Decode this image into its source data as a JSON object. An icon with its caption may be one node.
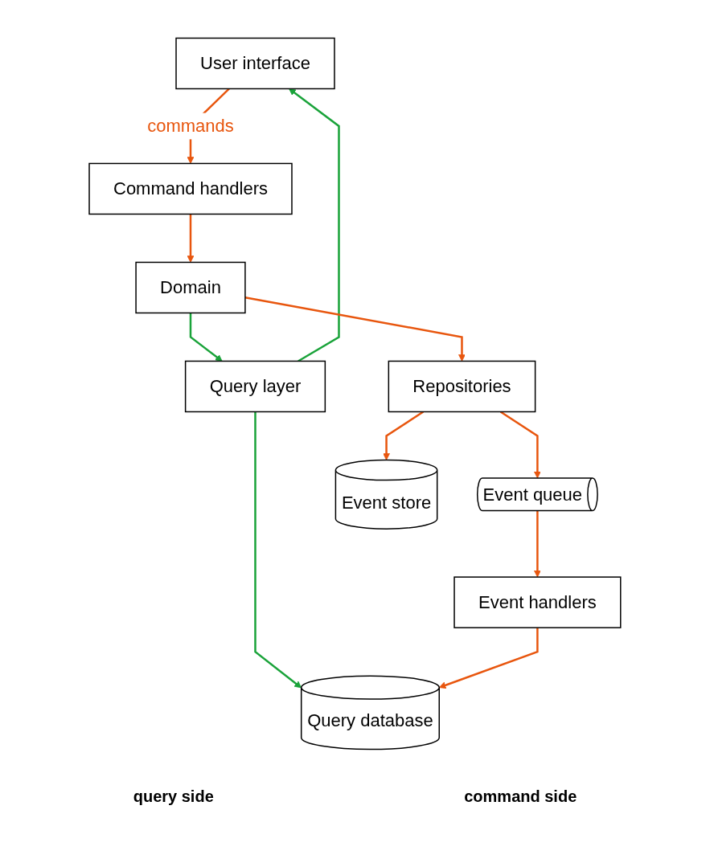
{
  "diagram": {
    "nodes": [
      {
        "text": [
          "User interface"
        ]
      },
      {
        "text": [
          "Query layer"
        ]
      },
      {
        "text": [
          "Command handlers"
        ]
      },
      {
        "text": [
          "Query database"
        ]
      },
      {
        "text": [
          "Domain"
        ]
      },
      {
        "text": [
          "Event handlers"
        ]
      },
      {
        "text": [
          "Repositories"
        ]
      },
      {
        "text": [
          "Event queue"
        ]
      },
      {
        "text": [
          "Event store"
        ]
      }
    ],
    "edges": [
      {
        "from": 1,
        "to": 0,
        "arrow": "to",
        "color": "#1aa33a"
      },
      {
        "from": 0,
        "to": 2,
        "arrow": "to",
        "label": "commands"
      },
      {
        "from": 1,
        "to": 3,
        "arrow": "to",
        "color": "#1aa33a"
      },
      {
        "from": 4,
        "to": 1,
        "arrow": "to",
        "color": "#1aa33a"
      },
      {
        "from": 2,
        "to": 4,
        "arrow": "to"
      },
      {
        "from": 4,
        "to": 6,
        "arrow": "to"
      },
      {
        "from": 5,
        "to": 3,
        "arrow": "to"
      },
      {
        "from": 7,
        "to": 5,
        "arrow": "to"
      },
      {
        "from": 6,
        "to": 7,
        "arrow": "to"
      },
      {
        "from": 6,
        "to": 8,
        "arrow": "to"
      }
    ],
    "labels": [
      "query side",
      "command side"
    ]
  }
}
